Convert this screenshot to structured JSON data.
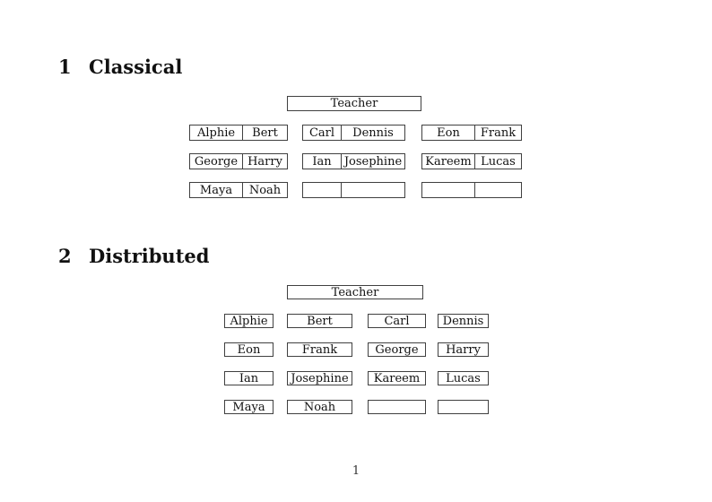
{
  "page_number": "1",
  "sections": [
    {
      "number": "1",
      "title": "Classical",
      "teacher_label": "Teacher",
      "desk_rows": [
        [
          [
            "Alphie",
            "Bert"
          ],
          [
            "Carl",
            "Dennis"
          ],
          [
            "Eon",
            "Frank"
          ]
        ],
        [
          [
            "George",
            "Harry"
          ],
          [
            "Ian",
            "Josephine"
          ],
          [
            "Kareem",
            "Lucas"
          ]
        ],
        [
          [
            "Maya",
            "Noah"
          ],
          [
            "",
            ""
          ],
          [
            "",
            ""
          ]
        ]
      ]
    },
    {
      "number": "2",
      "title": "Distributed",
      "teacher_label": "Teacher",
      "seat_rows": [
        [
          "Alphie",
          "Bert",
          "Carl",
          "Dennis"
        ],
        [
          "Eon",
          "Frank",
          "George",
          "Harry"
        ],
        [
          "Ian",
          "Josephine",
          "Kareem",
          "Lucas"
        ],
        [
          "Maya",
          "Noah",
          "",
          ""
        ]
      ]
    }
  ]
}
